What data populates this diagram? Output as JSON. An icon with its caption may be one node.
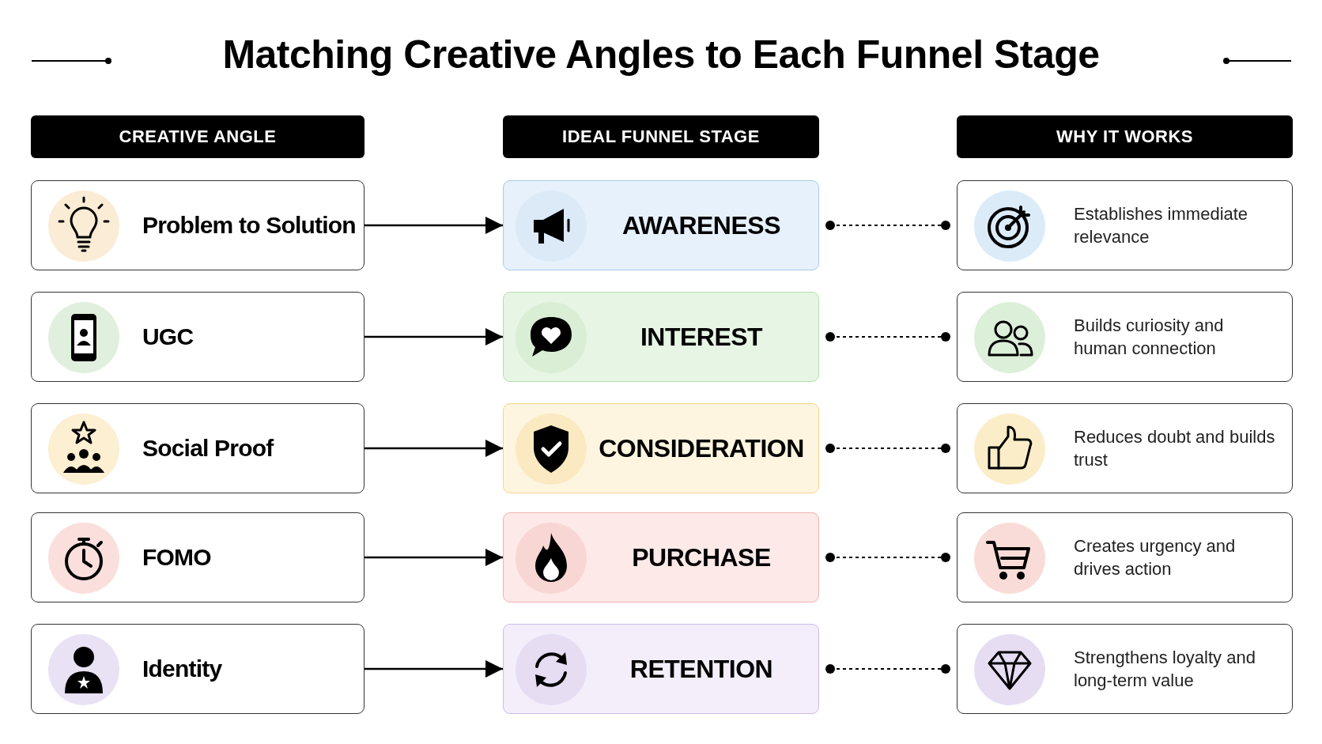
{
  "diagram": {
    "title": "Matching Creative Angles to Each Funnel Stage",
    "nodes": [
      {
        "text": [
          "CREATIVE ANGLE"
        ]
      },
      {
        "text": [
          "IDEAL FUNNEL STAGE"
        ]
      },
      {
        "text": [
          "WHY IT WORKS"
        ]
      },
      {
        "text": [
          "Problem to Solution"
        ]
      },
      {
        "text": [
          "AWARENESS"
        ]
      },
      {
        "text": [
          "Establishes immediate relevance"
        ]
      },
      {
        "text": [
          "UGC"
        ]
      },
      {
        "text": [
          "INTEREST"
        ]
      },
      {
        "text": [
          "Builds curiosity and human connection"
        ]
      },
      {
        "text": [
          "Social Proof"
        ]
      },
      {
        "text": [
          "CONSIDERATION"
        ]
      },
      {
        "text": [
          "Reduces doubt and builds trust"
        ]
      },
      {
        "text": [
          "FOMO"
        ]
      },
      {
        "text": [
          "PURCHASE"
        ]
      },
      {
        "text": [
          "Creates urgency and drives action"
        ]
      },
      {
        "text": [
          "Identity"
        ]
      },
      {
        "text": [
          "RETENTION"
        ]
      },
      {
        "text": [
          "Strengthens loyalty and long-term value"
        ]
      }
    ],
    "edges": [
      {
        "from": 3,
        "to": 4,
        "arrow": "to"
      },
      {
        "from": 4,
        "to": 5,
        "arrow": "other",
        "style": "dashed"
      },
      {
        "from": 6,
        "to": 7,
        "arrow": "to"
      },
      {
        "from": 7,
        "to": 8,
        "arrow": "other",
        "style": "dashed"
      },
      {
        "from": 9,
        "to": 10,
        "arrow": "to"
      },
      {
        "from": 10,
        "to": 11,
        "arrow": "other",
        "style": "dashed"
      },
      {
        "from": 12,
        "to": 13,
        "arrow": "to"
      },
      {
        "from": 13,
        "to": 14,
        "arrow": "other",
        "style": "dashed"
      },
      {
        "from": 15,
        "to": 16,
        "arrow": "to"
      },
      {
        "from": 16,
        "to": 17,
        "arrow": "other",
        "style": "dashed"
      }
    ]
  }
}
